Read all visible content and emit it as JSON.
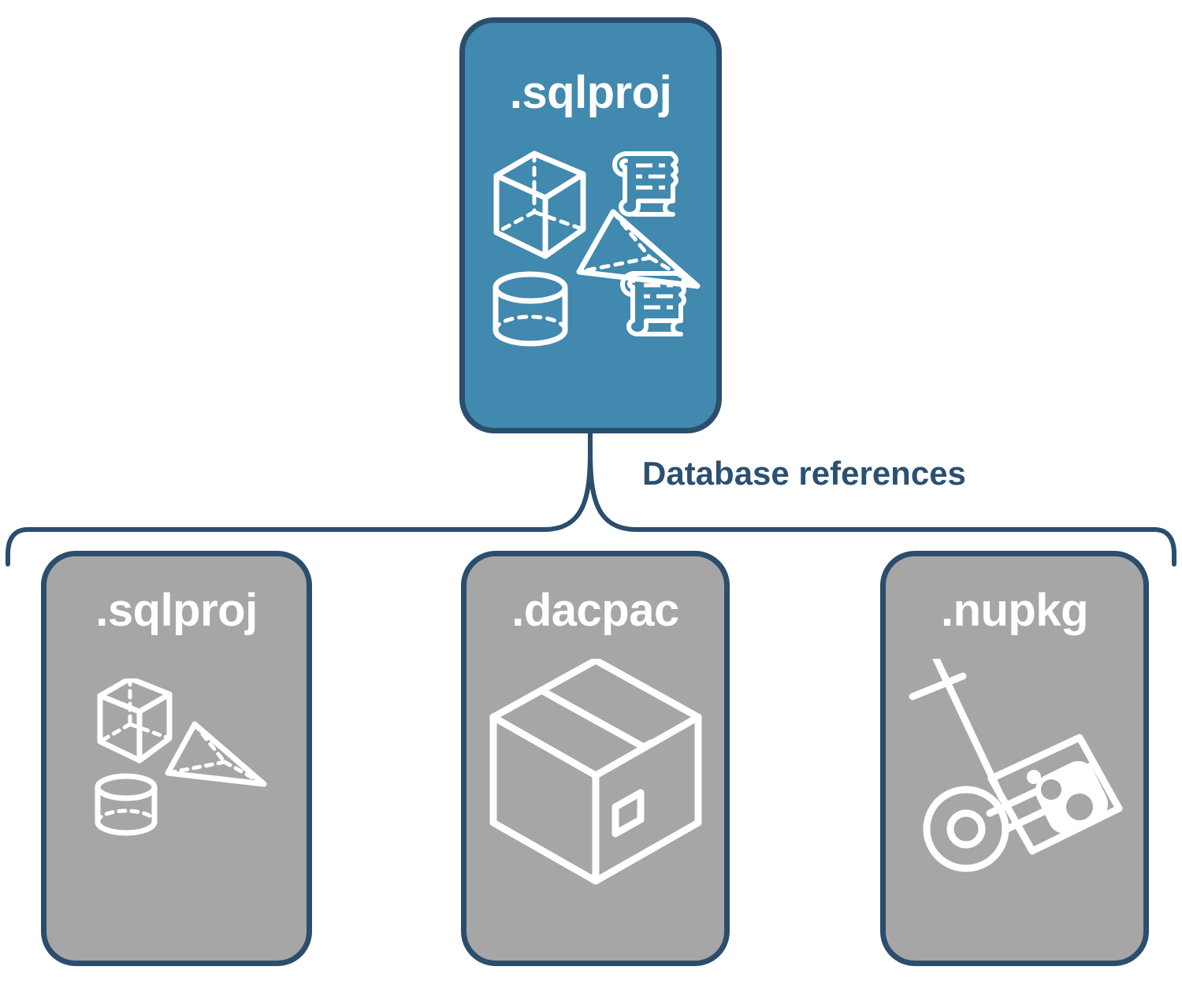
{
  "diagram": {
    "colors": {
      "accent_blue": "#4189ae",
      "border_navy": "#2b4d6e",
      "text_navy": "#2c5070",
      "card_gray": "#a6a6a6",
      "icon_white": "#ffffff",
      "background": "#ffffff"
    },
    "parent": {
      "title": ".sqlproj",
      "icons": [
        "scroll-icon",
        "cube-icon",
        "pyramid-icon",
        "cylinder-icon",
        "scroll-icon"
      ]
    },
    "connector": {
      "label": "Database references",
      "style": "curly-brace-bracket"
    },
    "children": [
      {
        "title": ".sqlproj",
        "icons": [
          "cube-icon",
          "pyramid-icon",
          "cylinder-icon"
        ]
      },
      {
        "title": ".dacpac",
        "icons": [
          "package-box-icon"
        ]
      },
      {
        "title": ".nupkg",
        "icons": [
          "hand-truck-icon"
        ]
      }
    ]
  }
}
